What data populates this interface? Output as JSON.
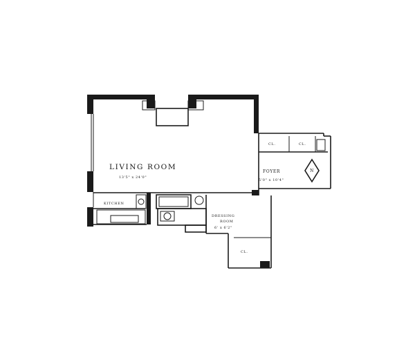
{
  "rooms": {
    "living_room": {
      "name": "LIVING ROOM",
      "dims": "13'5\" x 24'0\""
    },
    "foyer": {
      "name": "FOYER",
      "dims": "5'0\" x 10'4\""
    },
    "dressing_room": {
      "name": "DRESSING",
      "name2": "ROOM",
      "dims": "6' x 6'2\""
    },
    "kitchen": {
      "name": "KITCHEN"
    },
    "closet_1": {
      "name": "CL."
    },
    "closet_2": {
      "name": "CL."
    },
    "closet_3": {
      "name": "CL."
    }
  },
  "compass": {
    "letter": "N"
  }
}
